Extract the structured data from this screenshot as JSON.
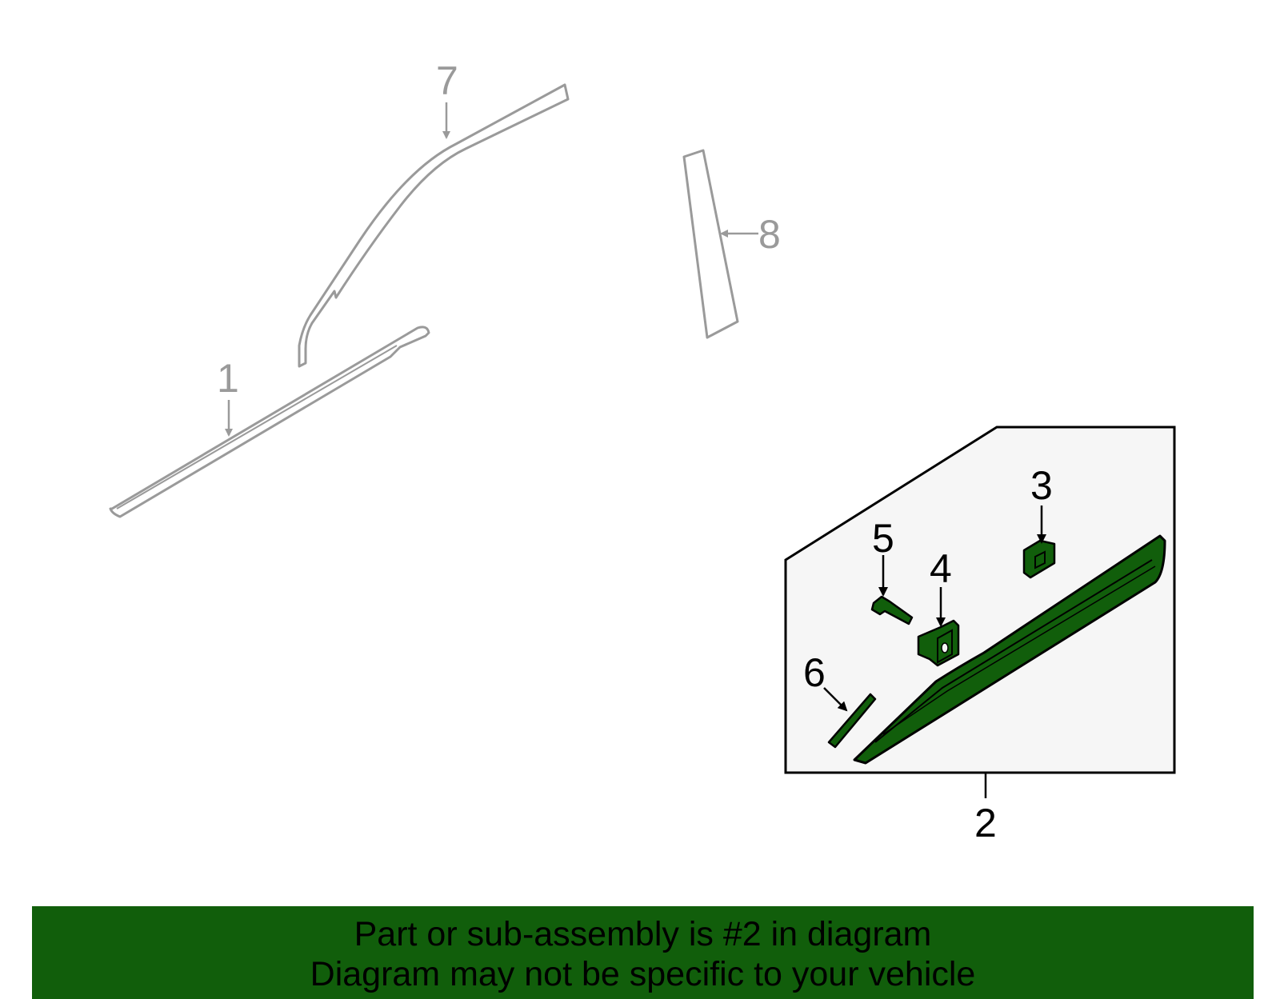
{
  "colors": {
    "highlight_part": "#115e0b",
    "banner_background": "#115e0b",
    "inactive_part_outline": "#9a9a9a",
    "inset_background": "#f6f6f6"
  },
  "callouts": {
    "part_1": "1",
    "part_2": "2",
    "part_3": "3",
    "part_4": "4",
    "part_5": "5",
    "part_6": "6",
    "part_7": "7",
    "part_8": "8"
  },
  "banner": {
    "line1": "Part or sub-assembly is #2 in diagram",
    "line2": "Diagram may not be specific to your vehicle"
  }
}
